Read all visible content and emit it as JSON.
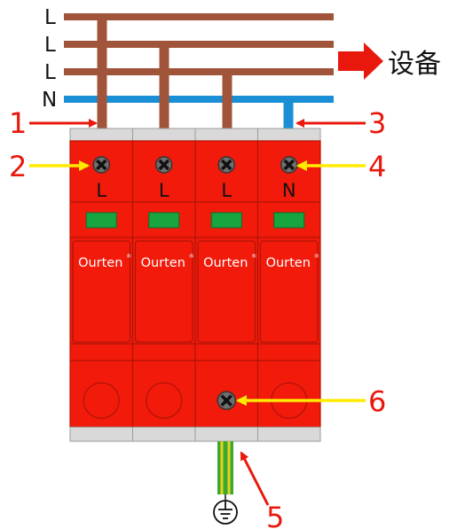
{
  "bus_labels": [
    "L",
    "L",
    "L",
    "N"
  ],
  "output": {
    "label": "设备",
    "arrow_color": "#e8180c"
  },
  "modules": [
    {
      "terminal": "L",
      "brand": "Ourten",
      "has_ground_screw": false
    },
    {
      "terminal": "L",
      "brand": "Ourten",
      "has_ground_screw": false
    },
    {
      "terminal": "L",
      "brand": "Ourten",
      "has_ground_screw": true
    },
    {
      "terminal": "N",
      "brand": "Ourten",
      "has_ground_screw": false
    }
  ],
  "brand_mark": "®",
  "callouts": [
    "1",
    "2",
    "3",
    "4",
    "5",
    "6"
  ],
  "colors": {
    "line_wire": "#a0553a",
    "neutral_wire": "#1a8fd6",
    "module_red": "#f21b0b",
    "module_border": "#b01408",
    "indicator": "#16a53f",
    "callout_red": "#e8180c",
    "callout_yellow": "#ffea00",
    "ground_green": "#3aa832",
    "ground_yellow": "#e6d21a"
  },
  "icons": {
    "screw": "screw-icon",
    "ground": "ground-symbol-icon",
    "output": "output-arrow-icon"
  }
}
